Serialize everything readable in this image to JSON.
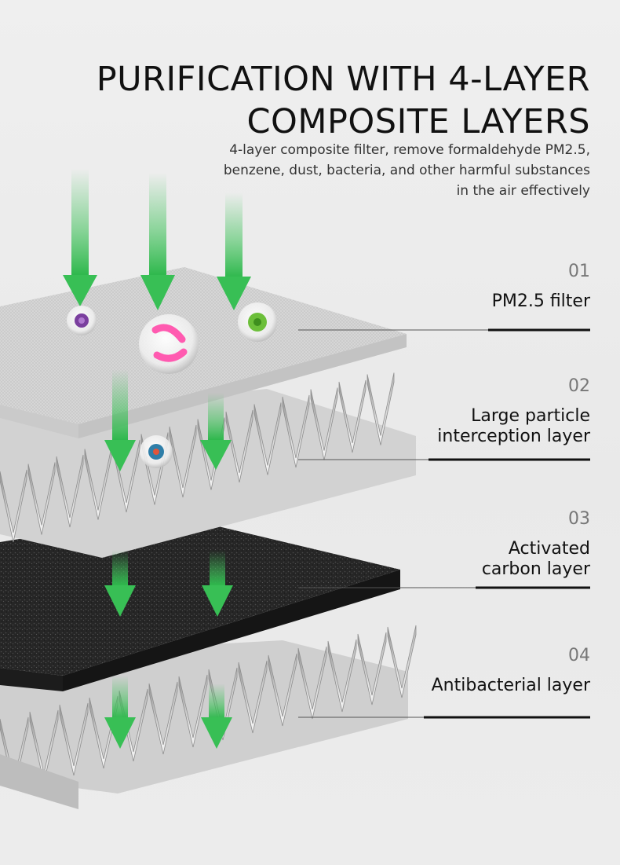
{
  "title": {
    "line1": "PURIFICATION WITH 4-LAYER",
    "line2": "COMPOSITE LAYERS"
  },
  "subtitle": {
    "line1": "4-layer composite filter, remove formaldehyde PM2.5,",
    "line2": "benzene, dust, bacteria, and other harmful substances",
    "line3": "in the air effectively"
  },
  "layers": [
    {
      "number": "01",
      "name_line1": "PM2.5 filter",
      "name_line2": ""
    },
    {
      "number": "02",
      "name_line1": "Large particle",
      "name_line2": "interception layer"
    },
    {
      "number": "03",
      "name_line1": "Activated",
      "name_line2": "carbon layer"
    },
    {
      "number": "04",
      "name_line1": "Antibacterial layer",
      "name_line2": ""
    }
  ],
  "colors": {
    "arrow_green": "#3fc25a",
    "carbon": "#262626",
    "pleat": "#d9d9d9",
    "mesh": "#d6d6d6",
    "text": "#111111",
    "number": "#777777"
  },
  "icons": [
    "purple-virus-icon",
    "pink-bacteria-icon",
    "green-virus-icon",
    "blue-virus-icon"
  ]
}
